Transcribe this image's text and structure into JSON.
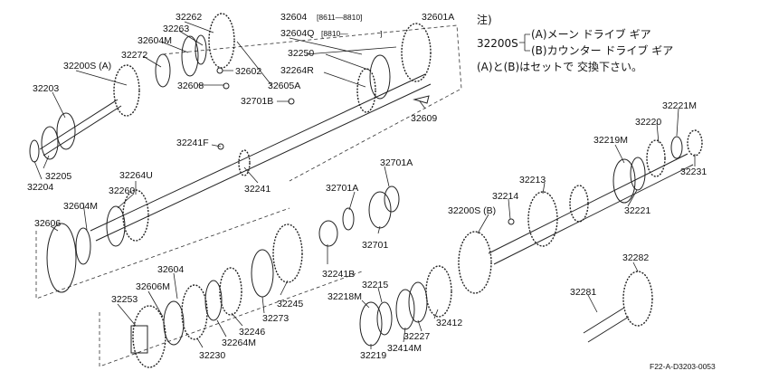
{
  "notes": {
    "prefix": "注)",
    "assembly_number": "32200S",
    "item_a": "(A)メーン ドライブ ギア",
    "item_b": "(B)カウンター ドライブ ギア",
    "remark": "(A)と(B)はセットで 交換下さい。"
  },
  "labels": {
    "p32262": "32262",
    "p32263": "32263",
    "p32604M_top": "32604M",
    "p32272": "32272",
    "p32200SA": "32200S (A)",
    "p32203": "32203",
    "p32602": "32602",
    "p32608": "32608",
    "p32605A": "32605A",
    "p32604": "32604",
    "p32604_range": "[8611—8810]",
    "p32604Q": "32604Q",
    "p32604Q_range": "[8810—",
    "p32604Q_close": "]",
    "p32601A": "32601A",
    "p32250": "32250",
    "p32264R": "32264R",
    "p32701B": "32701B",
    "p32609": "32609",
    "p32241F": "32241F",
    "p32205": "32205",
    "p32204": "32204",
    "p32264U": "32264U",
    "p32260": "32260",
    "p32604M_mid": "32604M",
    "p32241": "32241",
    "p32606": "32606",
    "p32701A_right": "32701A",
    "p32701A_left": "32701A",
    "p32701": "32701",
    "p32241B": "32241B",
    "p32604_low": "32604",
    "p32606M": "32606M",
    "p32253": "32253",
    "p32245": "32245",
    "p32273": "32273",
    "p32246": "32246",
    "p32264M": "32264M",
    "p32230": "32230",
    "p32215": "32215",
    "p32218M": "32218M",
    "p32412": "32412",
    "p32227": "32227",
    "p32414M": "32414M",
    "p32219": "32219",
    "p32221M": "32221M",
    "p32220": "32220",
    "p32219M": "32219M",
    "p32231": "32231",
    "p32213": "32213",
    "p32214": "32214",
    "p32200SB": "32200S (B)",
    "p32221": "32221",
    "p32282": "32282",
    "p32281": "32281"
  },
  "footer_code": "F22-A-D3203-0053"
}
